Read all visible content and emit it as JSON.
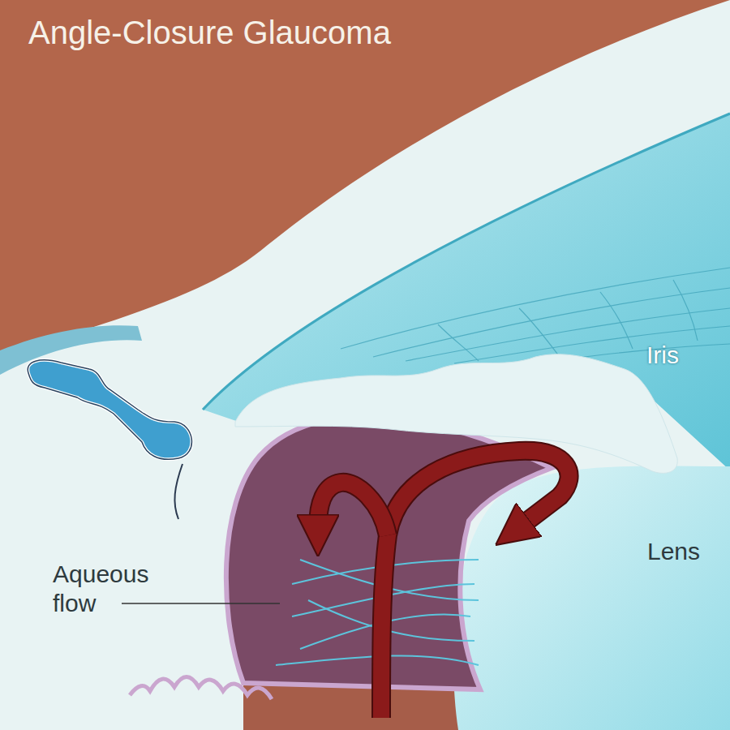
{
  "diagram": {
    "title": "Angle-Closure Glaucoma",
    "labels": [
      "Iris",
      "Lens",
      "Aqueous flow"
    ]
  }
}
